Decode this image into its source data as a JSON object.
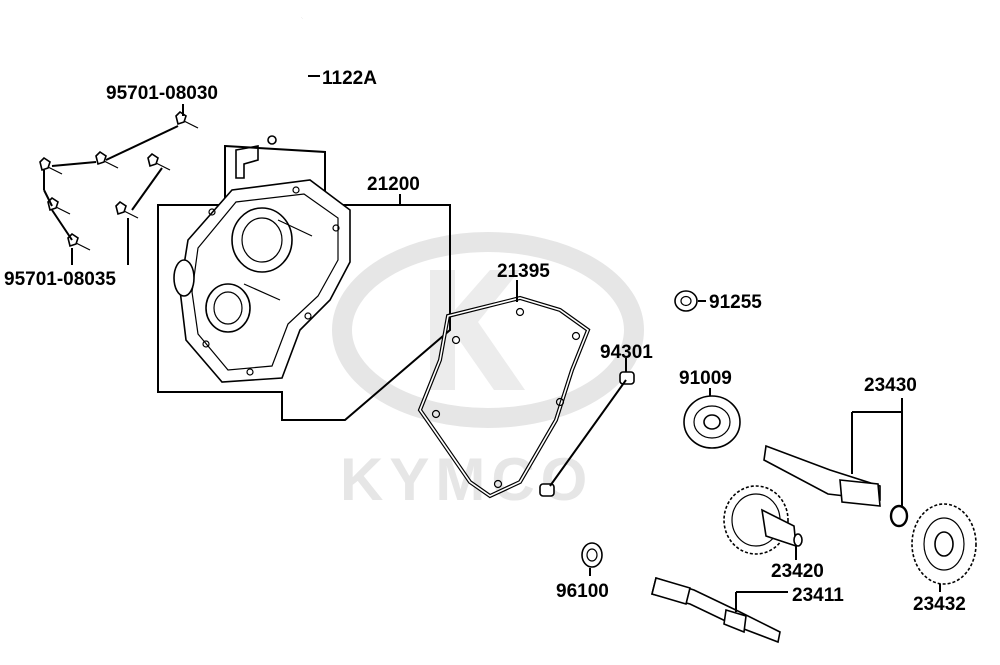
{
  "watermark": {
    "brand": "KYMCO"
  },
  "parts": {
    "breather_tube": "1122A",
    "bolt_upper": "95701-08030",
    "bolt_lower": "95701-08035",
    "cover": "21200",
    "gasket": "21395",
    "oil_seal_small": "91255",
    "dowel_pin": "94301",
    "bearing": "91009",
    "shaft_assembly": "23430",
    "gear_countershaft": "23420",
    "gear_final": "23432",
    "oil_seal": "96100",
    "drive_shaft": "23411"
  }
}
